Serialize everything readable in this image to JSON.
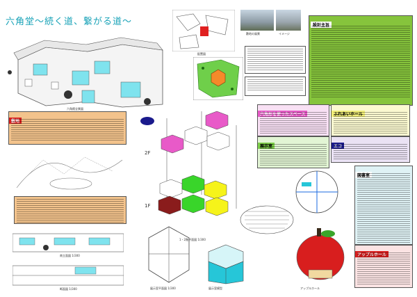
{
  "title": "六角堂〜続く道、繋がる道〜",
  "captions": {
    "perspective": "六角館全景図",
    "site_map": "配置図",
    "photo_a": "敷地の風景",
    "photo_b": "イメージ",
    "axonometric": "1・2階平面図 1/300",
    "elevation": "南立面図 1/300",
    "section": "断面図 1/300",
    "plan_detail": "展示室平面図 1/300",
    "model": "展示室模型",
    "apple": "アップルホール"
  },
  "floors": [
    "2F",
    "1F"
  ],
  "headers": {
    "concept": "設計主旨",
    "site": "敷地",
    "hexagon": "六角形を使ったスペース",
    "fureai": "ふれあいホール",
    "exhibition": "展示室",
    "eco": "エコ",
    "library": "図書室",
    "apple": "アップルホール"
  },
  "colors": {
    "title": "#1aa3b8",
    "concept": "#86c43c",
    "site": "#f3c38c",
    "hexagon": "#e85ac8",
    "fureai": "#f3f07a",
    "exhibition": "#7fd14a",
    "eco": "#b8a3d8",
    "library": "#a8d8e0",
    "apple": "#d81e1e",
    "hex_magenta": "#e85ac8",
    "hex_yellow": "#f6f31a",
    "hex_green": "#39d52a",
    "hex_darkred": "#8a1c1c",
    "hex_navy": "#1a1a8c",
    "hex_cyan": "#26c6d8"
  }
}
